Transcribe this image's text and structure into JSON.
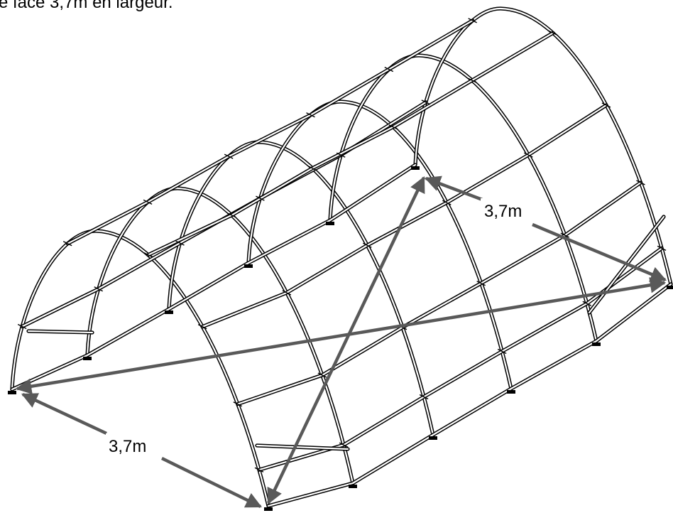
{
  "caption": "e face 3,7m en largeur.",
  "dimensions": {
    "back_width": "3,7m",
    "front_width": "3,7m"
  },
  "colors": {
    "frame": "#000000",
    "arrow": "#595959",
    "background": "#ffffff"
  }
}
